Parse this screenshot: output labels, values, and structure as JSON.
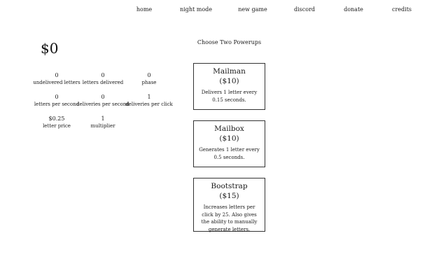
{
  "nav": {
    "items": [
      {
        "label": "home"
      },
      {
        "label": "night mode"
      },
      {
        "label": "new game"
      },
      {
        "label": "discord"
      },
      {
        "label": "donate"
      },
      {
        "label": "credits"
      }
    ]
  },
  "money": "$0",
  "stats": [
    {
      "value": "0",
      "label": "undelivered letters"
    },
    {
      "value": "0",
      "label": "letters delivered"
    },
    {
      "value": "0",
      "label": "phase"
    },
    {
      "value": "0",
      "label": "letters per second"
    },
    {
      "value": "0",
      "label": "deliveries per second"
    },
    {
      "value": "1",
      "label": "deliveries per click"
    },
    {
      "value": "$0.25",
      "label": "letter price"
    },
    {
      "value": "1",
      "label": "multiplier"
    }
  ],
  "powerups": {
    "title": "Choose Two Powerups",
    "cards": [
      {
        "name": "Mailman",
        "price": "($10)",
        "description": "Delivers 1 letter every 0.15 seconds."
      },
      {
        "name": "Mailbox",
        "price": "($10)",
        "description": "Generates 1 letter every 0.5 seconds."
      },
      {
        "name": "Bootstrap",
        "price": "($15)",
        "description": "Increases letters per click by 25. Also gives the ability to manually generate letters."
      }
    ]
  }
}
